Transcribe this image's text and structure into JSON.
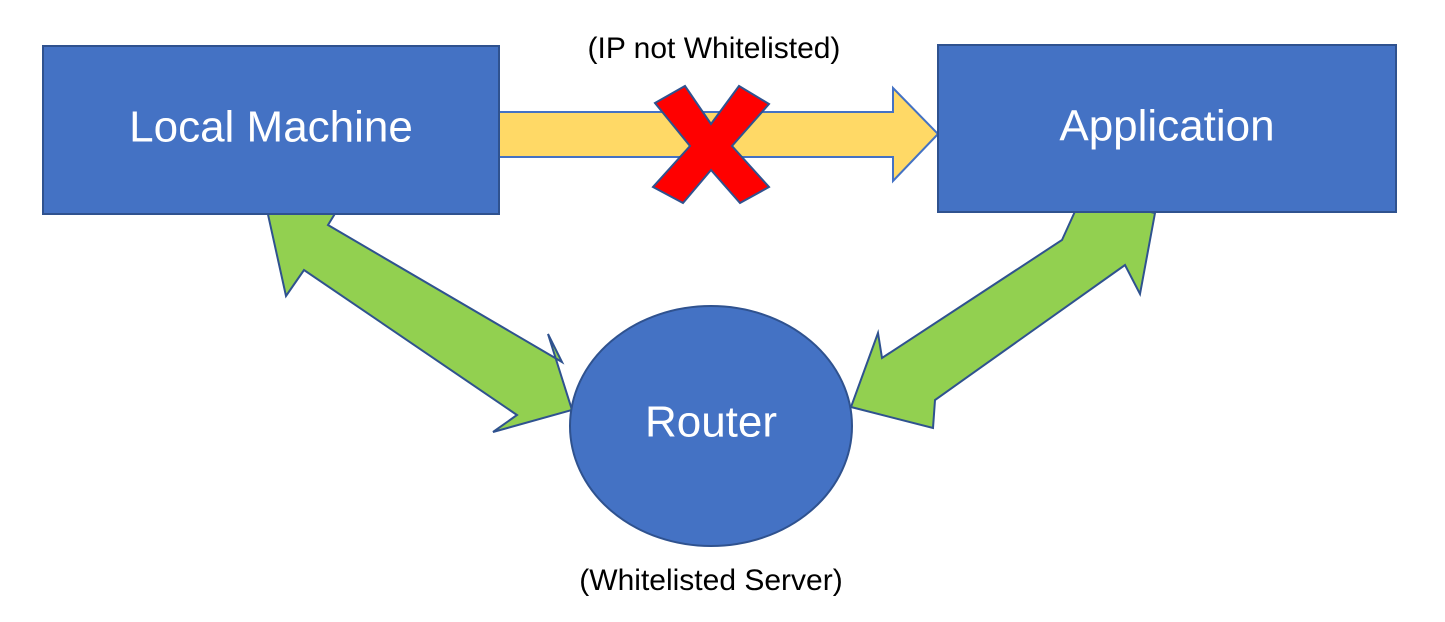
{
  "diagram": {
    "nodes": {
      "local_machine": {
        "label": "Local Machine",
        "shape": "rectangle"
      },
      "application": {
        "label": "Application",
        "shape": "rectangle"
      },
      "router": {
        "label": "Router",
        "shape": "ellipse"
      }
    },
    "captions": {
      "blocked": "(IP not Whitelisted)",
      "router": "(Whitelisted Server)"
    },
    "connections": [
      {
        "from": "Local Machine",
        "to": "Application",
        "direction": "one-way",
        "status": "blocked",
        "marker": "red-x"
      },
      {
        "from": "Local Machine",
        "to": "Router",
        "direction": "two-way",
        "status": "allowed"
      },
      {
        "from": "Router",
        "to": "Application",
        "direction": "two-way",
        "status": "allowed"
      }
    ],
    "colors": {
      "node_fill": "#4472C4",
      "node_stroke": "#2F528F",
      "blocked_arrow_fill": "#FFD966",
      "blocked_arrow_stroke": "#4472C4",
      "allowed_arrow_fill": "#92D050",
      "allowed_arrow_stroke": "#2F528F",
      "cross_fill": "#FF0000",
      "cross_stroke": "#2F528F"
    }
  }
}
